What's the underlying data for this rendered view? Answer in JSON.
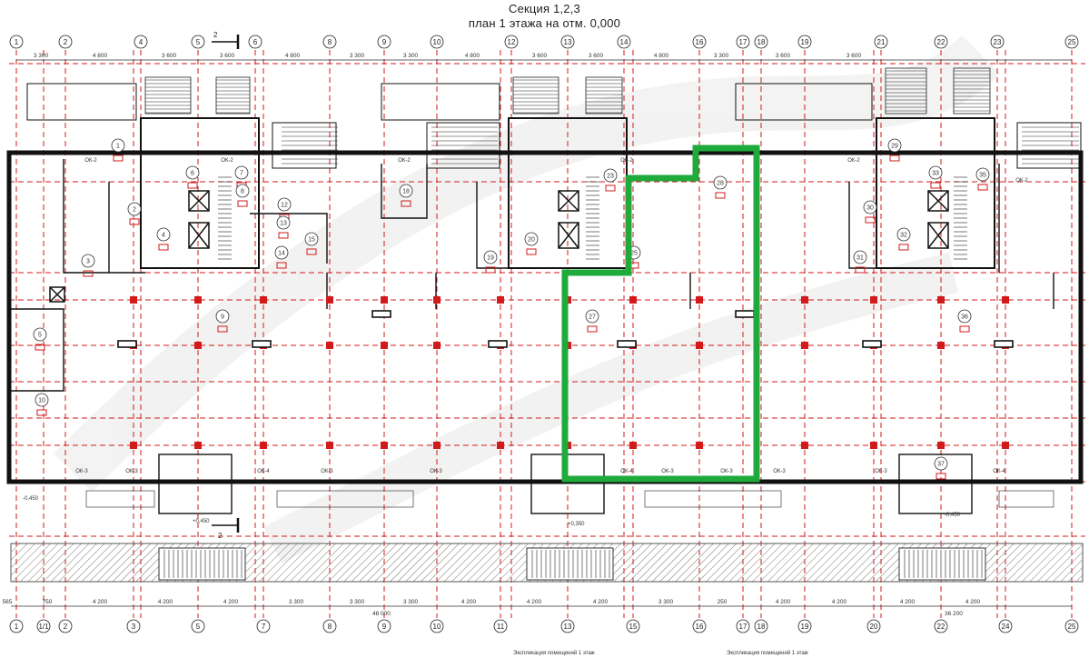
{
  "title": {
    "line1": "Секция 1,2,3",
    "line2": "план 1 этажа на отм. 0,000"
  },
  "axes": [
    "1",
    "1/1",
    "2",
    "3",
    "4",
    "5",
    "6",
    "7",
    "8",
    "9",
    "10",
    "11",
    "12",
    "13",
    "14",
    "15",
    "16",
    "17",
    "18",
    "19",
    "20",
    "21",
    "22",
    "23",
    "24",
    "25"
  ],
  "dimensions_top": [
    "3 300",
    "4 800",
    "3 600",
    "3 600",
    "4 800",
    "3 300",
    "3 300",
    "4 800",
    "3 600",
    "3 600",
    "4 800",
    "3 300",
    "3 600",
    "3 600"
  ],
  "dimensions_bottom": [
    "565",
    "750",
    "4 200",
    "4 200",
    "4 200",
    "3 300",
    "3 300",
    "3 300",
    "4 200",
    "4 200",
    "4 200",
    "3 300",
    "250",
    "4 200",
    "4 200",
    "4 200",
    "4 200"
  ],
  "overall_dims": [
    "48 000",
    "36 200"
  ],
  "section_mark": "2",
  "rooms": [
    "1",
    "2",
    "3",
    "4",
    "5",
    "6",
    "7",
    "8",
    "9",
    "10",
    "12",
    "13",
    "14",
    "15",
    "18",
    "19",
    "20",
    "23",
    "25",
    "27",
    "28",
    "29",
    "30",
    "31",
    "32",
    "33",
    "35",
    "36",
    "37"
  ],
  "level_marks": [
    "-0,450",
    "+0,450",
    "+0,350",
    "-0,450"
  ],
  "window_tags": [
    "ОК-3",
    "ОК-4",
    "ОК-2"
  ],
  "footer_captions": [
    "Экспликация помещений 1 этаж",
    "Экспликация помещений 1 этаж"
  ],
  "highlight": {
    "color": "#1faa3c",
    "target_room": "27"
  },
  "colors": {
    "grid": "#d21a1a",
    "walls": "#1a1a1a",
    "hatch": "#888888"
  }
}
